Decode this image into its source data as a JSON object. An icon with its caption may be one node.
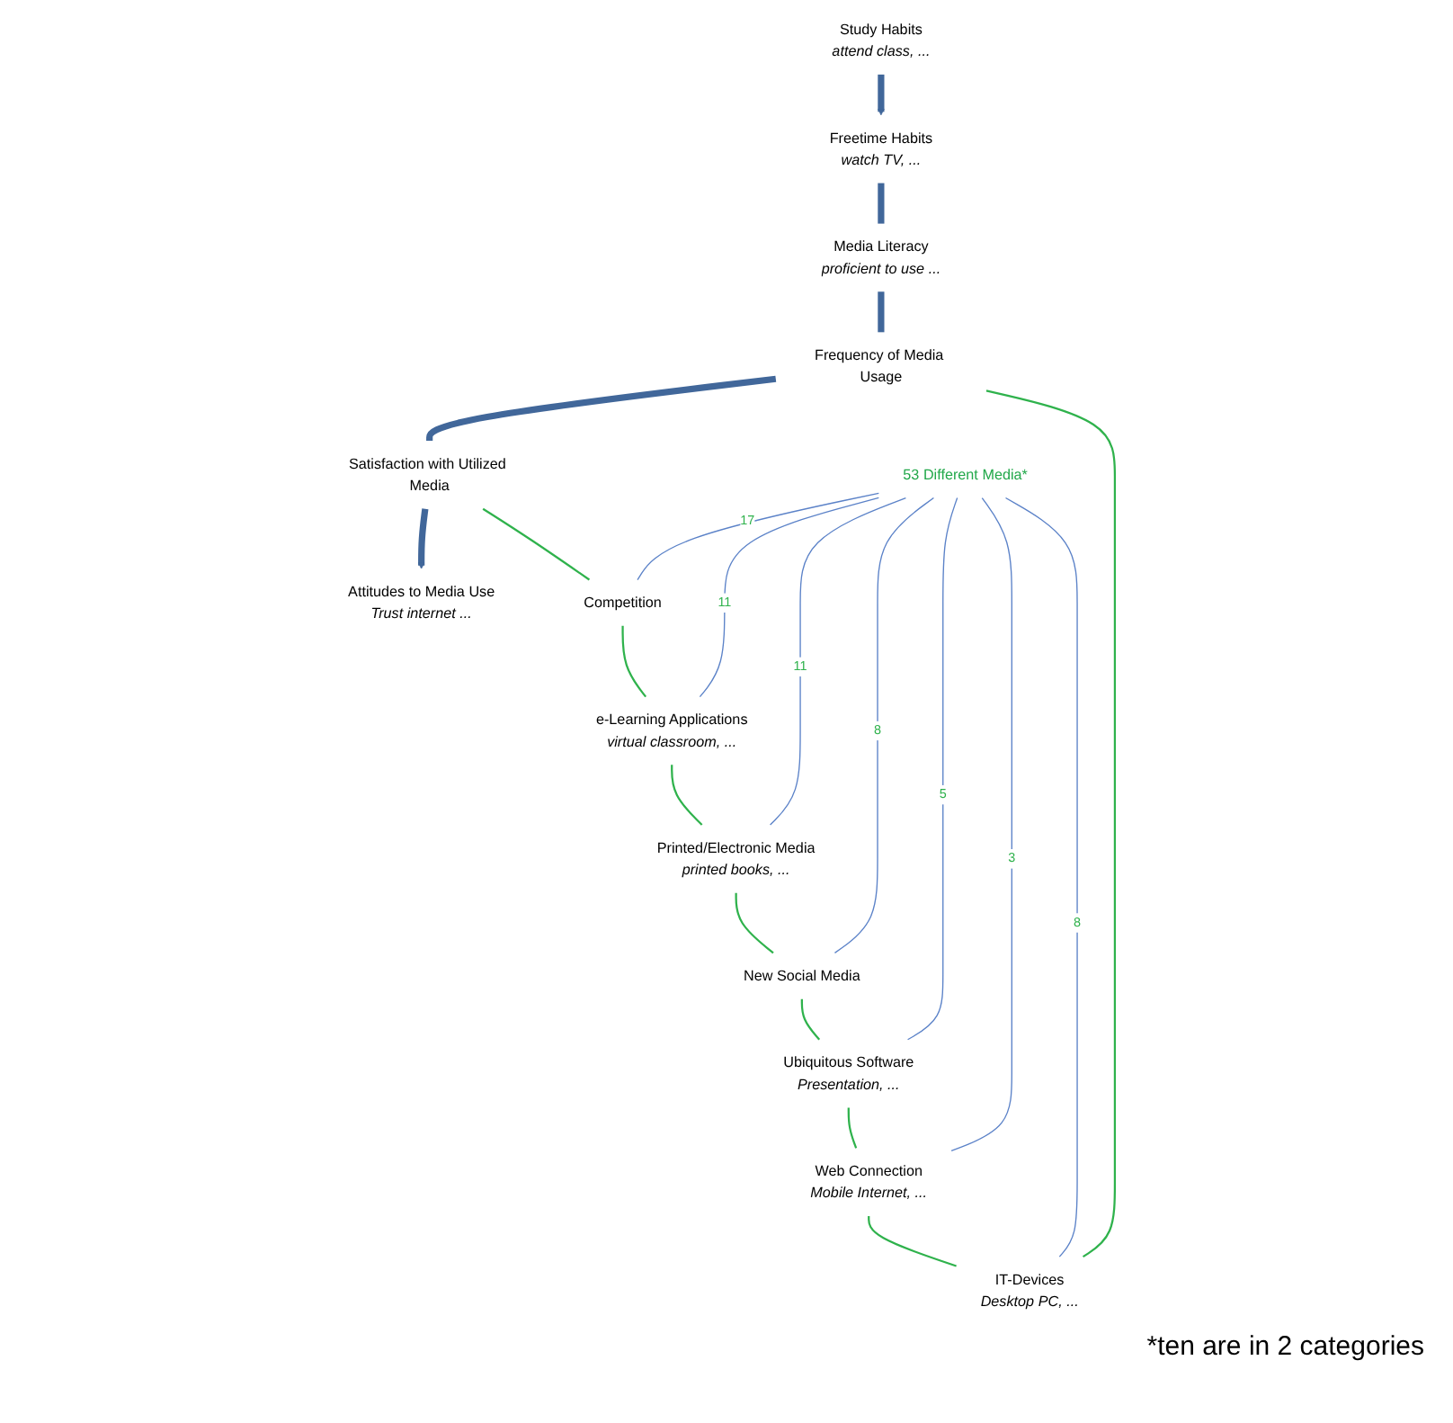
{
  "diagram": {
    "nodes": [
      {
        "text": [
          "Study Habits"
        ],
        "beside": [
          "attend class, ..."
        ]
      },
      {
        "text": [
          "Freetime Habits"
        ],
        "beside": [
          "watch TV, ..."
        ]
      },
      {
        "text": [
          "Attitudes to Media Use"
        ],
        "beside": [
          "Trust internet ..."
        ]
      },
      {
        "text": [
          "Media Literacy"
        ],
        "beside": [
          "proficient to use ..."
        ]
      },
      {
        "text": [
          "Satisfaction with Utilized Media"
        ]
      },
      {
        "text": [
          "Frequency of Media Usage"
        ]
      },
      {
        "text": [
          "Competition"
        ]
      },
      {
        "text": [
          "53 Different Media*"
        ]
      },
      {
        "text": [
          "IT-Devices"
        ],
        "beside": [
          "Desktop PC, ..."
        ]
      },
      {
        "text": [
          "e-Learning Applications"
        ],
        "beside": [
          "virtual classroom, ..."
        ]
      },
      {
        "text": [
          "Web Connection"
        ],
        "beside": [
          "Mobile Internet, ..."
        ]
      },
      {
        "text": [
          "Printed/Electronic Media"
        ],
        "beside": [
          "printed books, ..."
        ]
      },
      {
        "text": [
          "Ubiquitous Software"
        ],
        "beside": [
          "Presentation, ..."
        ]
      },
      {
        "text": [
          "New Social Media"
        ]
      }
    ],
    "edges": [
      {
        "from": 0,
        "to": 1,
        "arrow": "to",
        "style": "thick",
        "color": "#41679a"
      },
      {
        "from": 1,
        "to": 3,
        "arrow": "none",
        "style": "thick",
        "color": "#41679a"
      },
      {
        "from": 3,
        "to": 5,
        "arrow": "none",
        "style": "thick",
        "color": "#41679a"
      },
      {
        "from": 5,
        "to": 4,
        "arrow": "none",
        "style": "thick",
        "color": "#41679a"
      },
      {
        "from": 4,
        "to": 2,
        "arrow": "to",
        "style": "thick",
        "color": "#41679a"
      },
      {
        "from": 4,
        "to": 6,
        "arrow": "none"
      },
      {
        "from": 6,
        "to": 9,
        "arrow": "none"
      },
      {
        "from": 9,
        "to": 11,
        "arrow": "none"
      },
      {
        "from": 11,
        "to": 13,
        "arrow": "none"
      },
      {
        "from": 13,
        "to": 12,
        "arrow": "none"
      },
      {
        "from": 12,
        "to": 10,
        "arrow": "none"
      },
      {
        "from": 10,
        "to": 8,
        "arrow": "none"
      },
      {
        "from": 8,
        "to": 5,
        "arrow": "none"
      },
      {
        "from": 7,
        "to": 6,
        "arrow": "none",
        "label": "17",
        "color": "#5b82c8"
      },
      {
        "from": 7,
        "to": 8,
        "arrow": "none",
        "label": "8",
        "color": "#5b82c8"
      },
      {
        "from": 7,
        "to": 9,
        "arrow": "none",
        "label": "11",
        "color": "#5b82c8"
      },
      {
        "from": 7,
        "to": 10,
        "arrow": "none",
        "label": "3",
        "color": "#5b82c8"
      },
      {
        "from": 7,
        "to": 11,
        "arrow": "none",
        "label": "11",
        "color": "#5b82c8"
      },
      {
        "from": 7,
        "to": 13,
        "arrow": "none",
        "label": "8",
        "color": "#5b82c8"
      },
      {
        "from": 7,
        "to": 12,
        "arrow": "none",
        "label": "5",
        "color": "#5b82c8"
      }
    ],
    "labels": [
      "*ten are in 2 categories"
    ]
  }
}
